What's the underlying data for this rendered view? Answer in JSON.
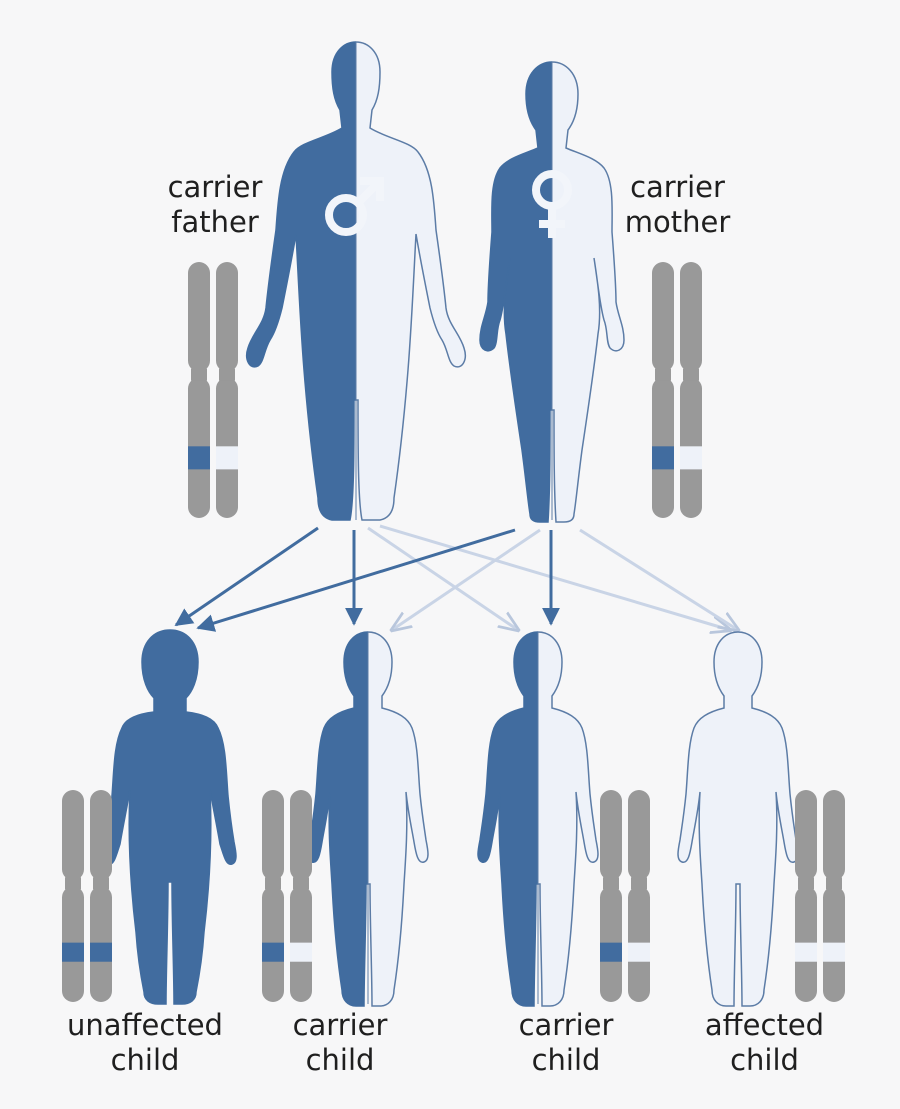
{
  "colors": {
    "background": "#f7f7f8",
    "dominant_allele": "#416c9f",
    "recessive_allele": "#eef2f9",
    "recessive_outline": "#5c7ca6",
    "chromosome": "#999999",
    "arrow_dominant": "#416c9f",
    "arrow_recessive": "#c9d4e6",
    "text": "#1f1f1f"
  },
  "symbols": {
    "male": "♂",
    "female": "♀"
  },
  "parents": [
    {
      "id": "father",
      "line1": "carrier",
      "line2": "father",
      "icon": "male-symbol-icon",
      "genotype": [
        "dominant",
        "recessive"
      ]
    },
    {
      "id": "mother",
      "line1": "carrier",
      "line2": "mother",
      "icon": "female-symbol-icon",
      "genotype": [
        "dominant",
        "recessive"
      ]
    }
  ],
  "children": [
    {
      "id": "unaffected",
      "line1": "unaffected",
      "line2": "child",
      "genotype": [
        "dominant",
        "dominant"
      ]
    },
    {
      "id": "carrier-1",
      "line1": "carrier",
      "line2": "child",
      "genotype": [
        "dominant",
        "recessive"
      ]
    },
    {
      "id": "carrier-2",
      "line1": "carrier",
      "line2": "child",
      "genotype": [
        "dominant",
        "recessive"
      ]
    },
    {
      "id": "affected",
      "line1": "affected",
      "line2": "child",
      "genotype": [
        "recessive",
        "recessive"
      ]
    }
  ]
}
